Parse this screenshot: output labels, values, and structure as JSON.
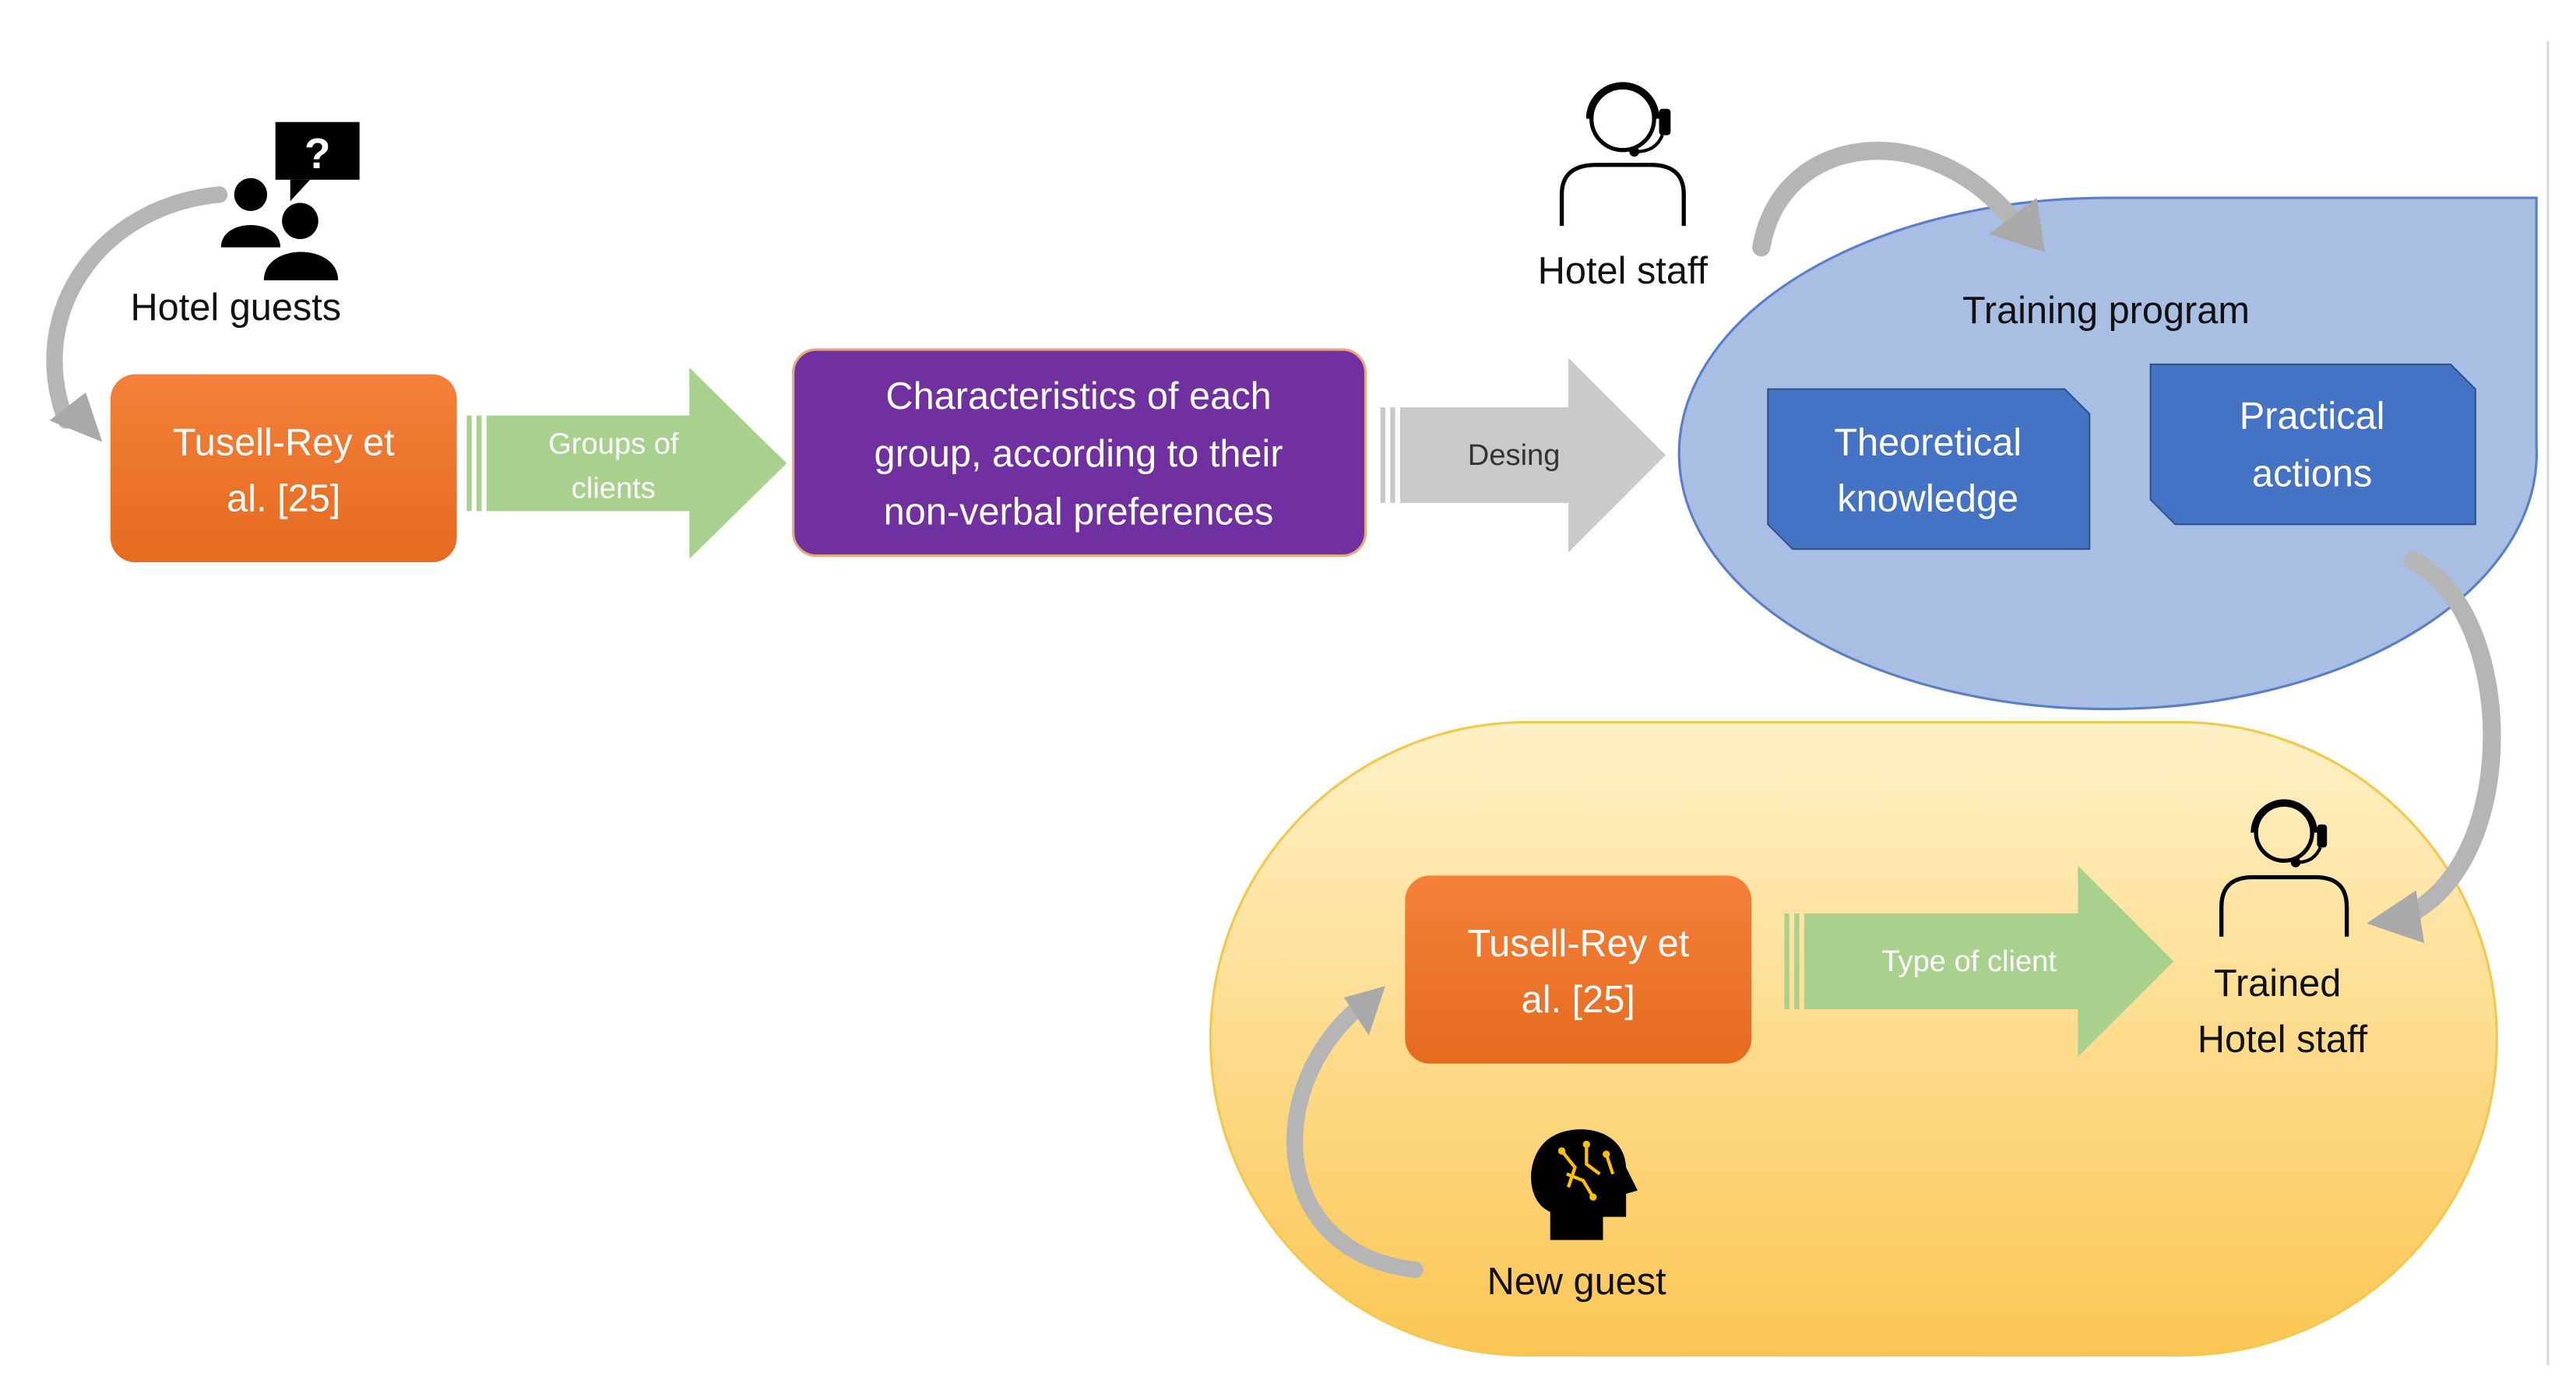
{
  "top_left": {
    "hotel_guests_label": "Hotel guests",
    "tusell_box": {
      "line1": "Tusell-Rey et",
      "line2": "al. [25]"
    },
    "groups_arrow": {
      "line1": "Groups of",
      "line2": "clients"
    },
    "characteristics_box": {
      "line1": "Characteristics of each",
      "line2": "group, according to their",
      "line3": "non-verbal preferences"
    },
    "design_arrow_label": "Desing"
  },
  "training": {
    "hotel_staff_label": "Hotel staff",
    "title": "Training program",
    "theoretical": {
      "line1": "Theoretical",
      "line2": "knowledge"
    },
    "practical": {
      "line1": "Practical",
      "line2": "actions"
    }
  },
  "bottom": {
    "tusell_box": {
      "line1": "Tusell-Rey et",
      "line2": "al. [25]"
    },
    "type_arrow_label": "Type of client",
    "trained_staff": {
      "line1": "Trained",
      "line2": "Hotel staff"
    },
    "new_guest_label": "New guest"
  },
  "icons": [
    "guests-question-icon",
    "headset-person-icon",
    "headset-person-icon",
    "head-brain-icon"
  ],
  "colors": {
    "orange_top": "#F4803A",
    "orange_bottom": "#E56B1F",
    "purple": "#7030A0",
    "green_arrow": "#A9D18E",
    "grey_arrow": "#C9C9C9",
    "training_fill": "#A9BEE3",
    "training_stroke": "#5B7EC8",
    "dark_blue": "#4472C4",
    "yellow_top": "#FFF0C4",
    "yellow_bottom": "#FBC752",
    "yellow_stroke": "#F2C94C"
  }
}
